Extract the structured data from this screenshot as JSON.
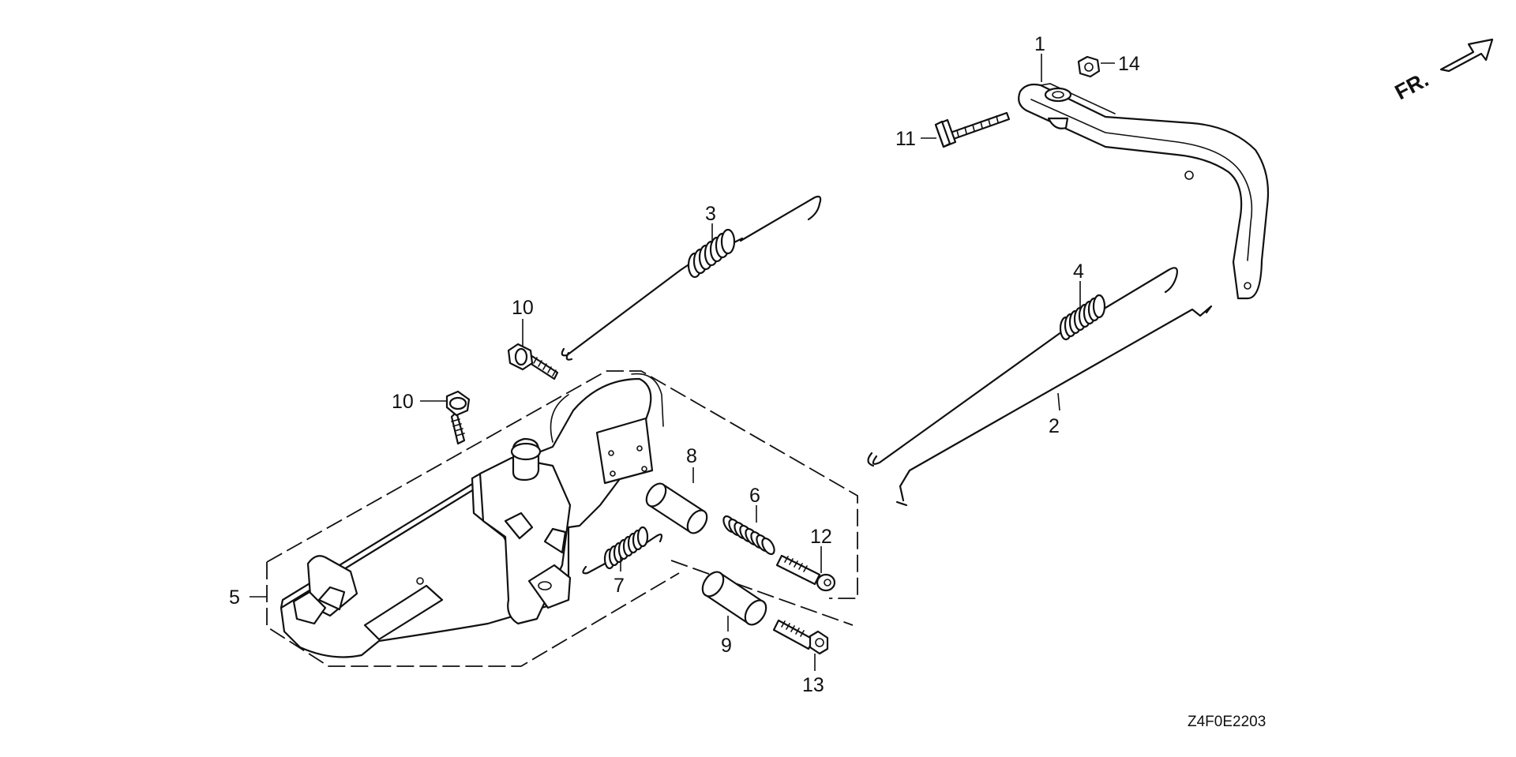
{
  "callouts": {
    "c1": "1",
    "c2": "2",
    "c3": "3",
    "c4": "4",
    "c5": "5",
    "c6": "6",
    "c7": "7",
    "c8": "8",
    "c9": "9",
    "c10a": "10",
    "c10b": "10",
    "c11": "11",
    "c12": "12",
    "c13": "13",
    "c14": "14"
  },
  "direction_label": "FR.",
  "diagram_code": "Z4F0E2203",
  "colors": {
    "line": "#111111",
    "background": "#ffffff"
  }
}
